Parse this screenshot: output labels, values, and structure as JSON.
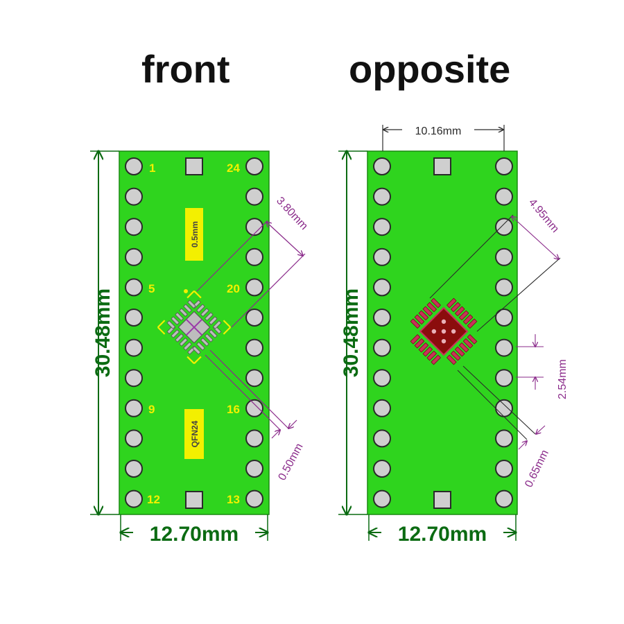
{
  "titles": {
    "front": "front",
    "back": "opposite"
  },
  "colors": {
    "board": "#2fd41e",
    "pad": "#cfcfcf",
    "pad_ring": "#2a2a2a",
    "silk": "#f3f000",
    "dim_green": "#0b6b12",
    "dim_purple": "#8a2a8a",
    "chip_back": "#8b0d0d",
    "chip_pad": "#c8325a"
  },
  "front": {
    "pin_labels": [
      "1",
      "24",
      "5",
      "20",
      "9",
      "16",
      "12",
      "13"
    ],
    "pitch_label": "0.5mm",
    "package_label": "QFN24",
    "dim_body": "3.80mm",
    "dim_pitch": "0.50mm",
    "width": "12.70mm",
    "height": "30.48mm"
  },
  "back": {
    "row_spacing": "10.16mm",
    "dim_body": "4.95mm",
    "dim_pitch": "2.54mm",
    "dim_pad": "0.65mm",
    "width": "12.70mm",
    "height": "30.48mm"
  }
}
